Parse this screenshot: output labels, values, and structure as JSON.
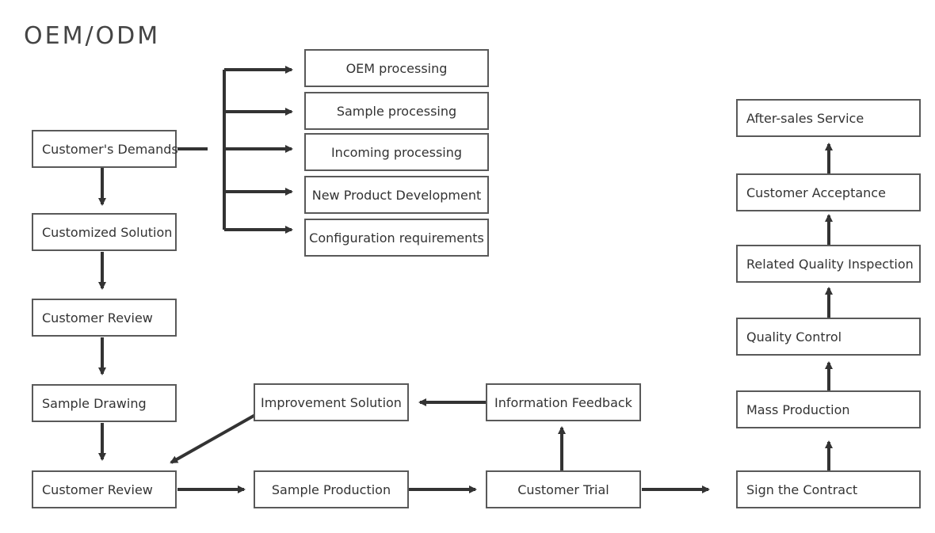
{
  "title": "OEM/ODM",
  "colors": {
    "line": "#333333",
    "box_border": "#595959",
    "text": "#333333"
  },
  "nodes": {
    "customers_demands": "Customer's Demands",
    "customized_solution": "Customized Solution",
    "customer_review_1": "Customer Review",
    "sample_drawing": "Sample Drawing",
    "customer_review_2": "Customer Review",
    "oem_processing": "OEM processing",
    "sample_processing": "Sample processing",
    "incoming_processing": "Incoming processing",
    "new_product_development": "New Product Development",
    "configuration_requirements": "Configuration requirements",
    "improvement_solution": "Improvement Solution",
    "information_feedback": "Information Feedback",
    "sample_production": "Sample Production",
    "customer_trial": "Customer Trial",
    "sign_the_contract": "Sign the Contract",
    "mass_production": "Mass Production",
    "quality_control": "Quality Control",
    "related_quality_inspection": "Related Quality Inspection",
    "customer_acceptance": "Customer Acceptance",
    "after_sales_service": "After-sales Service"
  }
}
